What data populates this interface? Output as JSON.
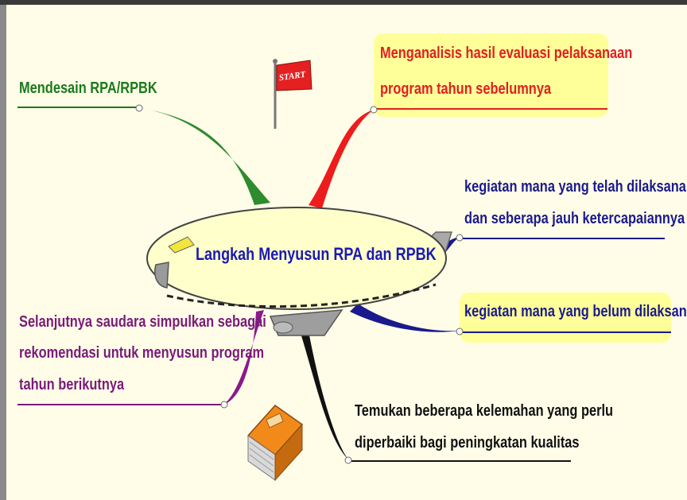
{
  "diagram": {
    "center_title": "Langkah Menyusun RPA dan RPBK",
    "flag_text": "START",
    "branches": [
      {
        "id": "design",
        "text_lines": [
          "Mendesain RPA/RPBK"
        ],
        "color": "#1b7a1b"
      },
      {
        "id": "analyze",
        "text_lines": [
          "Menganalisis hasil evaluasi pelaksanaan",
          "program tahun sebelumnya"
        ],
        "color": "#e02020",
        "highlight": "#ffff99"
      },
      {
        "id": "done",
        "text_lines": [
          "kegiatan mana yang telah dilaksanakan",
          "dan seberapa jauh ketercapaiannya"
        ],
        "color": "#1a1a8c"
      },
      {
        "id": "not-done",
        "text_lines": [
          "kegiatan mana yang belum dilaksanakan"
        ],
        "color": "#1a1a8c",
        "highlight": "#ffff99"
      },
      {
        "id": "conclude",
        "text_lines": [
          "Selanjutnya saudara simpulkan sebagai",
          "rekomendasi untuk menyusun program",
          "tahun berikutnya"
        ],
        "color": "#7a1a7a"
      },
      {
        "id": "weakness",
        "text_lines": [
          "Temukan beberapa kelemahan yang perlu",
          "diperbaiki bagi peningkatan kualitas"
        ],
        "color": "#111111"
      }
    ]
  }
}
